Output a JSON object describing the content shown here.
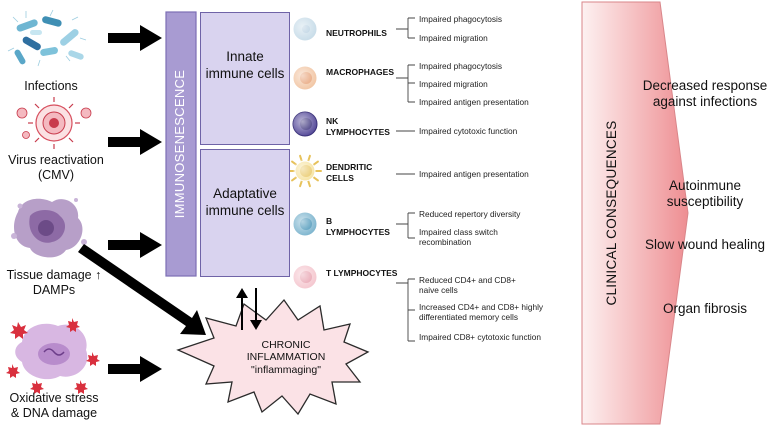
{
  "triggers": [
    {
      "label": "Infections"
    },
    {
      "label": "Virus reactivation (CMV)"
    },
    {
      "label": "Tissue damage ↑ DAMPs"
    },
    {
      "label": "Oxidative stress & DNA damage"
    }
  ],
  "immunosenescence_label": "IMMUNOSENESCENCE",
  "groups": {
    "innate": "Innate immune cells",
    "adaptive": "Adaptative immune cells"
  },
  "cells": [
    {
      "name": "NEUTROPHILS",
      "effects": [
        "Impaired phagocytosis",
        "Impaired migration"
      ],
      "color": "#c9dde9"
    },
    {
      "name": "MACROPHAGES",
      "effects": [
        "Impaired phagocytosis",
        "Impaired migration",
        "Impaired antigen presentation"
      ],
      "color": "#f2c7a6"
    },
    {
      "name": "NK LYMPHOCYTES",
      "effects": [
        "Impaired cytotoxic function"
      ],
      "color": "#5a4f9c"
    },
    {
      "name": "DENDRITIC CELLS",
      "effects": [
        "Impaired antigen presentation"
      ],
      "color": "#f6e3a1"
    },
    {
      "name": "B LYMPHOCYTES",
      "effects": [
        "Reduced repertory diversity",
        "Impaired class switch recombination"
      ],
      "color": "#7fb6cf"
    },
    {
      "name": "T LYMPHOCYTES",
      "effects": [
        "Reduced CD4+ and CD8+ naive cells",
        "Increased CD4+ and CD8+ highly differentiated memory cells",
        "Impaired CD8+ cytotoxic function"
      ],
      "color": "#f5c8d0"
    }
  ],
  "inflammation": {
    "line1": "CHRONIC",
    "line2": "INFLAMMATION",
    "line3": "\"inflammaging\""
  },
  "clinical_label": "CLINICAL CONSEQUENCES",
  "consequences": [
    "Decreased response against infections",
    "Autoinmune susceptibility",
    "Slow wound healing",
    "Organ fibrosis"
  ],
  "colors": {
    "purple": "#a89bd2",
    "lavender": "#d9d3ef",
    "pink_gradient_start": "#fdf0f0",
    "pink_gradient_end": "#ee8a8e",
    "starburst": "#fbe2e6"
  }
}
